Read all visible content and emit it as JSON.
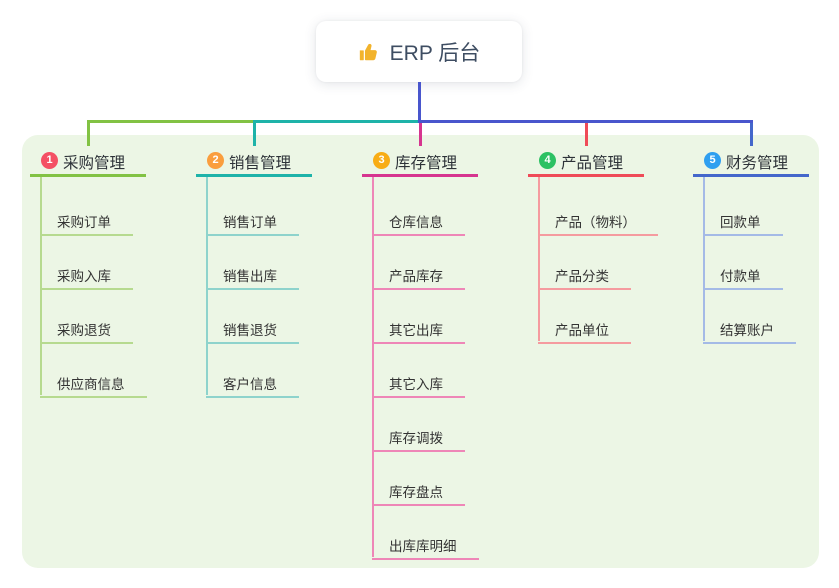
{
  "root": {
    "label": "ERP 后台",
    "icon": "thumbs-up-icon"
  },
  "branches": [
    {
      "index": "1",
      "title": "采购管理",
      "badge_color": "#f45064",
      "line_color": "#82c244",
      "child_line_color": "#b6da8f",
      "children": [
        "采购订单",
        "采购入库",
        "采购退货",
        "供应商信息"
      ]
    },
    {
      "index": "2",
      "title": "销售管理",
      "badge_color": "#fa9e3e",
      "line_color": "#1eb3a9",
      "child_line_color": "#8ed3cc",
      "children": [
        "销售订单",
        "销售出库",
        "销售退货",
        "客户信息"
      ]
    },
    {
      "index": "3",
      "title": "库存管理",
      "badge_color": "#f8ad15",
      "line_color": "#d6358f",
      "child_line_color": "#ee86b7",
      "children": [
        "仓库信息",
        "产品库存",
        "其它出库",
        "其它入库",
        "库存调拨",
        "库存盘点",
        "出库库明细"
      ]
    },
    {
      "index": "4",
      "title": "产品管理",
      "badge_color": "#2cc163",
      "line_color": "#ef4b58",
      "child_line_color": "#f59b9f",
      "children": [
        "产品（物料）",
        "产品分类",
        "产品单位"
      ]
    },
    {
      "index": "5",
      "title": "财务管理",
      "badge_color": "#2f9ff0",
      "line_color": "#4467cb",
      "child_line_color": "#a4bae6",
      "children": [
        "回款单",
        "付款单",
        "结算账户"
      ]
    }
  ],
  "colors": {
    "trunk": "#4956cd",
    "canvas_bg": "#ecf6e5",
    "page_bg": "#ffffff",
    "root_text": "#3e4d62",
    "node_text": "#333333",
    "icon_gold": "#f2b32c"
  }
}
